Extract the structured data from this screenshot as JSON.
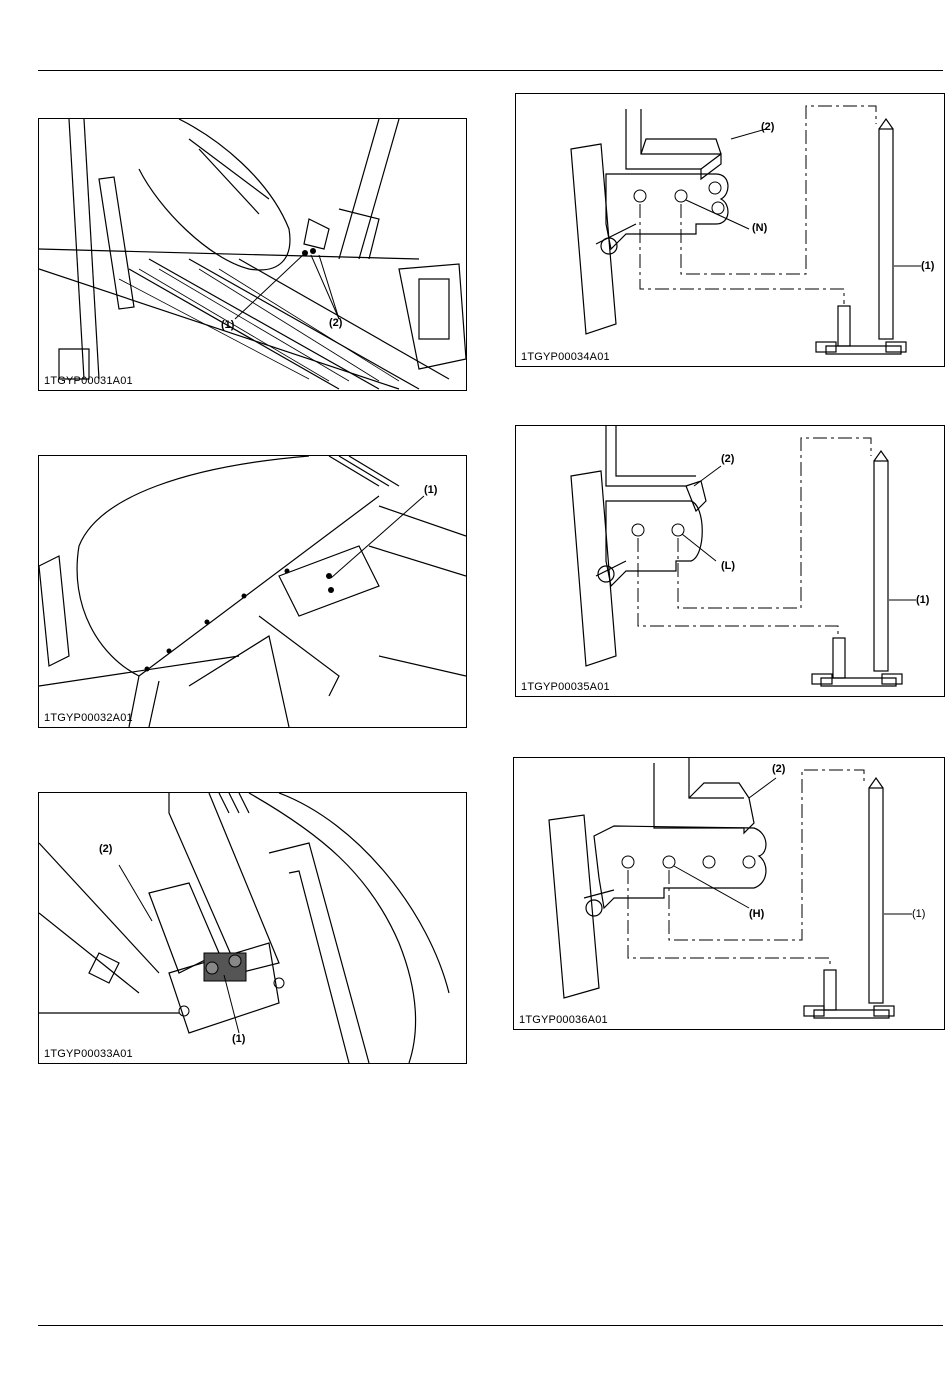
{
  "figures": [
    {
      "id": "1TGYP00031A01",
      "callouts": [
        "(1)",
        "(2)"
      ]
    },
    {
      "id": "1TGYP00032A01",
      "callouts": [
        "(1)"
      ]
    },
    {
      "id": "1TGYP00033A01",
      "callouts": [
        "(2)",
        "(1)"
      ]
    },
    {
      "id": "1TGYP00034A01",
      "callouts": [
        "(2)",
        "(N)",
        "(1)"
      ]
    },
    {
      "id": "1TGYP00035A01",
      "callouts": [
        "(2)",
        "(L)",
        "(1)"
      ]
    },
    {
      "id": "1TGYP00036A01",
      "callouts": [
        "(2)",
        "(H)",
        "(1)"
      ]
    }
  ]
}
